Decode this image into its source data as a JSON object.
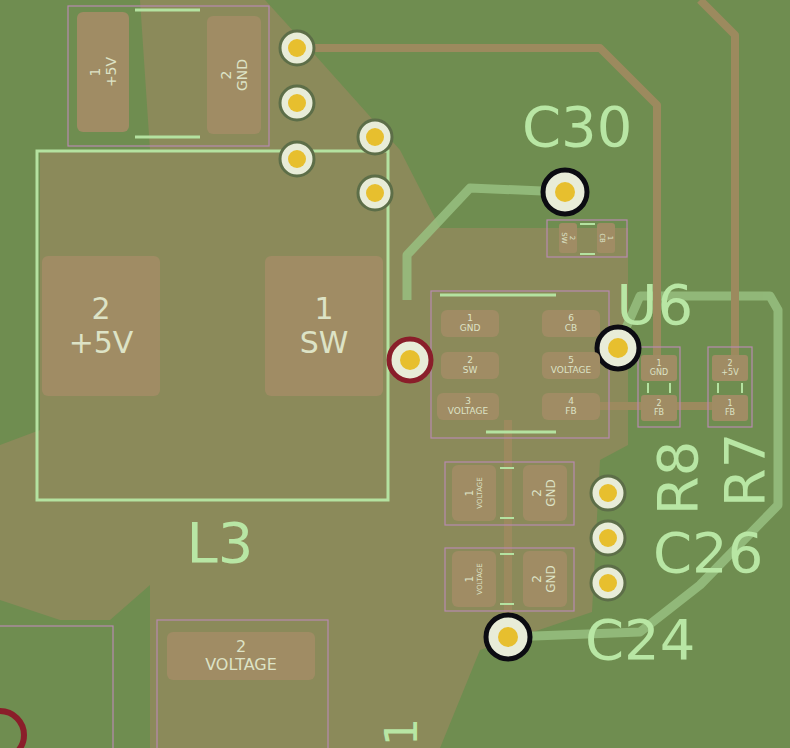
{
  "diagram": {
    "nodes": [
      {
        "text": [
          "1",
          "+5V"
        ]
      },
      {
        "text": [
          "2",
          "GND"
        ]
      },
      {
        "text": [
          "2",
          "SW"
        ]
      },
      {
        "text": [
          "1",
          "CB"
        ]
      },
      {
        "text": [
          "2",
          "+5V"
        ]
      },
      {
        "text": [
          "1",
          "SW"
        ]
      },
      {
        "text": [
          "1",
          "GND"
        ]
      },
      {
        "text": [
          "6",
          "CB"
        ]
      },
      {
        "text": [
          "1",
          "GND"
        ]
      },
      {
        "text": [
          "2",
          "+5V"
        ]
      },
      {
        "text": [
          "2",
          "SW"
        ]
      },
      {
        "text": [
          "5",
          "VOLTAGE"
        ]
      },
      {
        "text": [
          "3",
          "VOLTAGE"
        ]
      },
      {
        "text": [
          "4",
          "FB"
        ]
      },
      {
        "text": [
          "2",
          "FB"
        ]
      },
      {
        "text": [
          "1",
          "FB"
        ]
      },
      {
        "text": [
          "1",
          "VOLTAGE"
        ]
      },
      {
        "text": [
          "2",
          "GND"
        ]
      },
      {
        "text": [
          "1",
          "VOLTAGE"
        ]
      },
      {
        "text": [
          "2",
          "GND"
        ]
      },
      {
        "text": [
          "2",
          "VOLTAGE"
        ]
      }
    ],
    "labels": [
      "C30",
      "U6",
      "R8",
      "R7",
      "C26",
      "C24",
      "L3",
      "1"
    ]
  }
}
